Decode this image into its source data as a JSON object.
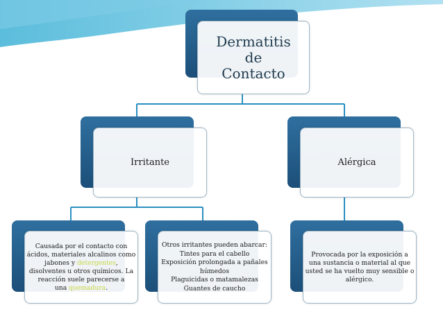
{
  "theme": {
    "accent_dark": "#1c4f79",
    "accent_light": "#46b4d6",
    "highlight": "#c8d640"
  },
  "root": {
    "lines": [
      "Dermatitis",
      "de",
      "Contacto"
    ]
  },
  "categories": {
    "irritante": {
      "label": "Irritante"
    },
    "alergica": {
      "label": "Alérgica"
    }
  },
  "leaves": {
    "causa": {
      "line1": "Causada por el contacto con",
      "line2": "ácidos, materiales alcalinos como",
      "line3_pre": "jabones y ",
      "line3_link": "detergentes",
      "line3_post": ",",
      "line4": "disolventes u otros químicos. La",
      "line5": "reacción suele parecerse a",
      "line6_pre": "una ",
      "line6_link": "quemadura",
      "line6_post": "."
    },
    "otros": {
      "items": [
        "Otros irritantes pueden abarcar:",
        "Tintes para el cabello",
        "Exposición prolongada a pañales",
        "húmedos",
        "Plaguicidas o matamalezas",
        "Guantes de caucho"
      ]
    },
    "alergica_desc": {
      "lines": [
        "Provocada por la exposición a",
        "una sustancia o material al que",
        "usted se ha vuelto muy sensible o",
        "alérgico."
      ]
    }
  }
}
